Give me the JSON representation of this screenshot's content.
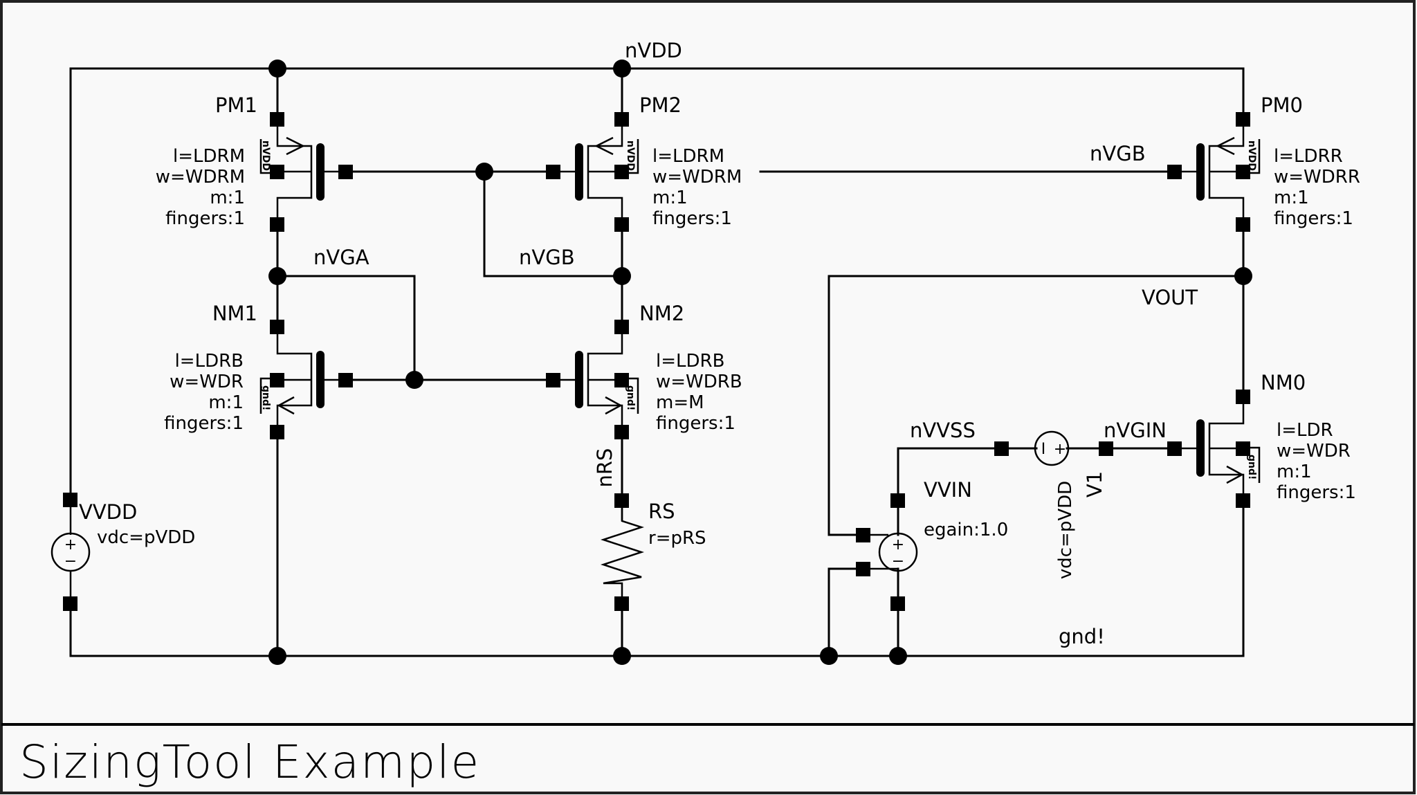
{
  "title": "SizingTool Example",
  "nets": {
    "vdd": "nVDD",
    "vga": "nVGA",
    "vgb": "nVGB",
    "vgb_right": "nVGB",
    "vout": "VOUT",
    "vvss": "nVVSS",
    "vgin": "nVGIN",
    "rs": "nRS",
    "gnd": "gnd!"
  },
  "devices": {
    "pm1": {
      "name": "PM1",
      "type": "pmos",
      "bulk": "nVDD",
      "params": [
        "l=LDRM",
        "w=WDRM",
        "m:1",
        "fingers:1"
      ]
    },
    "pm2": {
      "name": "PM2",
      "type": "pmos",
      "bulk": "nVDD",
      "params": [
        "l=LDRM",
        "w=WDRM",
        "m:1",
        "fingers:1"
      ]
    },
    "pm0": {
      "name": "PM0",
      "type": "pmos",
      "bulk": "nVDD",
      "params": [
        "l=LDRR",
        "w=WDRR",
        "m:1",
        "fingers:1"
      ]
    },
    "nm1": {
      "name": "NM1",
      "type": "nmos",
      "bulk": "gnd!",
      "params": [
        "l=LDRB",
        "w=WDR",
        "m:1",
        "fingers:1"
      ]
    },
    "nm2": {
      "name": "NM2",
      "type": "nmos",
      "bulk": "gnd!",
      "params": [
        "l=LDRB",
        "w=WDRB",
        "m=M",
        "fingers:1"
      ]
    },
    "nm0": {
      "name": "NM0",
      "type": "nmos",
      "bulk": "gnd!",
      "params": [
        "l=LDR",
        "w=WDR",
        "m:1",
        "fingers:1"
      ]
    },
    "rs": {
      "name": "RS",
      "type": "resistor",
      "params": [
        "r=pRS"
      ]
    },
    "vvdd": {
      "name": "VVDD",
      "type": "vdc",
      "params": [
        "vdc=pVDD"
      ]
    },
    "v1": {
      "name": "V1",
      "type": "vdc",
      "params": [
        "vdc=pVDD"
      ]
    },
    "vvin": {
      "name": "VVIN",
      "type": "vcvs",
      "params": [
        "egain:1.0"
      ]
    }
  },
  "signs": {
    "plus": "+",
    "minus": "−",
    "bar": "I"
  }
}
